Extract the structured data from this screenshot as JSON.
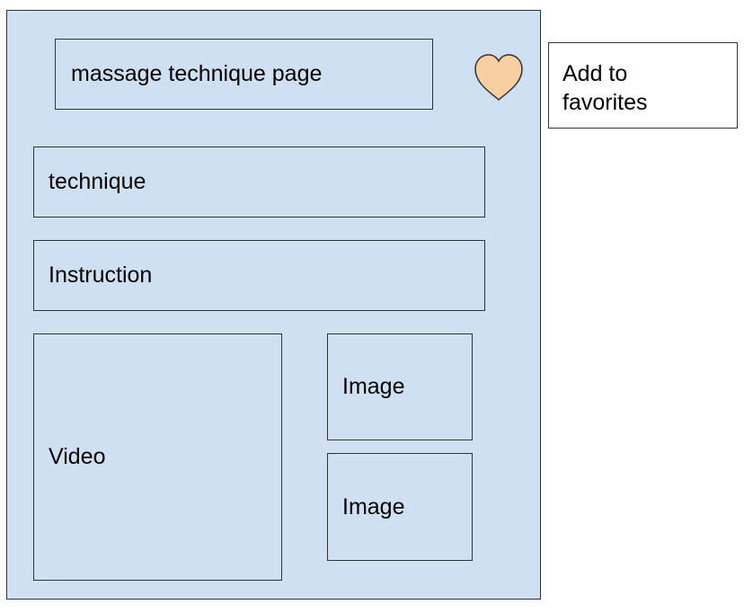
{
  "page": {
    "title": "massage technique page",
    "technique_label": "technique",
    "instruction_label": "Instruction",
    "video_label": "Video",
    "image_labels": [
      "Image",
      "Image"
    ]
  },
  "favorites": {
    "icon": "heart-icon",
    "label": "Add to\nfavorites"
  },
  "colors": {
    "frame_fill": "#cfe0f2",
    "heart_fill": "#f8cfa0",
    "stroke": "#333333"
  }
}
